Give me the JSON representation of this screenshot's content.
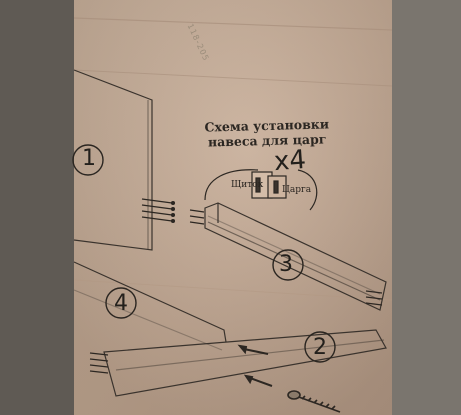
{
  "instruction_sheet": {
    "caption_line1": "Схема установки",
    "caption_line2": "навеса для царг",
    "quantity_note": "x4",
    "callout_labels": {
      "shield": "Щиток",
      "rail": "Царга"
    },
    "step_numbers": [
      "1",
      "2",
      "3",
      "4"
    ],
    "faint_stamp": "118-205"
  },
  "colors": {
    "paper": "#c7ad96",
    "paper_shadow": "#a99180",
    "ink": "#2c2722",
    "background": "#6e6a63"
  }
}
